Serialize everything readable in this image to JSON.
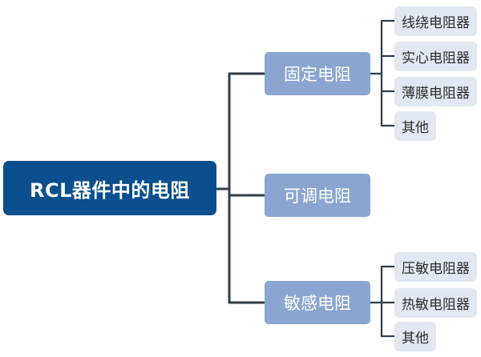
{
  "diagram": {
    "root": {
      "label": "RCL器件中的电阻"
    },
    "branches": [
      {
        "label": "固定电阻",
        "leaves": [
          "线绕电阻器",
          "实心电阻器",
          "薄膜电阻器",
          "其他"
        ]
      },
      {
        "label": "可调电阻",
        "leaves": []
      },
      {
        "label": "敏感电阻",
        "leaves": [
          "压敏电阻器",
          "热敏电阻器",
          "其他"
        ]
      }
    ],
    "colors": {
      "root_fill": "#0b4f8e",
      "branch_fill": "#8aa5cf",
      "leaf_fill": "#e2e8f1",
      "connector": "#2f3e4d"
    }
  }
}
